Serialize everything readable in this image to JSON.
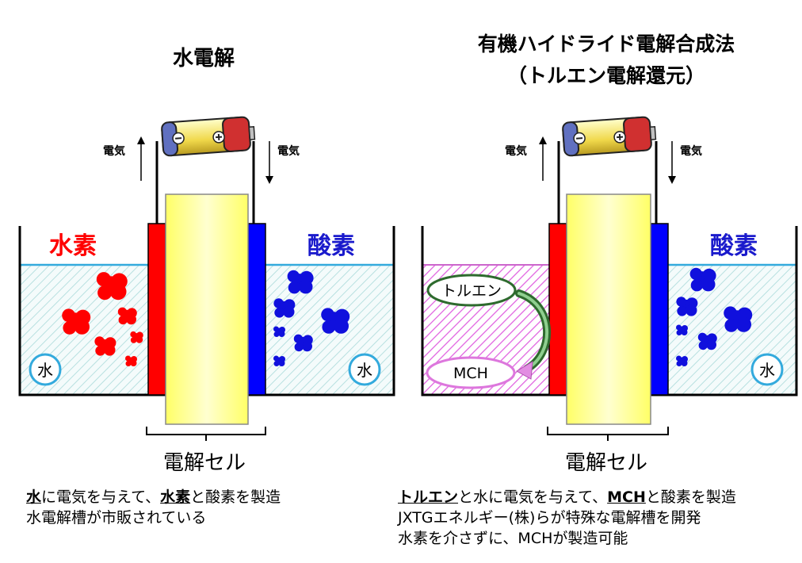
{
  "left": {
    "title": "水電解",
    "electricity_up": "電気",
    "electricity_down": "電気",
    "hydrogen_label": "水素",
    "oxygen_label": "酸素",
    "water_left": "水",
    "water_right": "水",
    "cell_label": "電解セル",
    "caption": {
      "line1_b1": "水",
      "line1_t1": "に電気を与えて、",
      "line1_b2": "水素",
      "line1_t2": "と酸素を製造",
      "line2": "水電解槽が市販されている"
    }
  },
  "right": {
    "title_line1": "有機ハイドライド電解合成法",
    "title_line2": "（トルエン電解還元）",
    "electricity_up": "電気",
    "electricity_down": "電気",
    "oxygen_label": "酸素",
    "toluene": "トルエン",
    "mch": "MCH",
    "water_right": "水",
    "cell_label": "電解セル",
    "caption": {
      "line1_b1": "トルエン",
      "line1_t1": "と水に電気を与えて、",
      "line1_b2": "MCH",
      "line1_t2": "と酸素を製造",
      "line2": "JXTGエネルギー(株)らが特殊な電解槽を開発",
      "line3": "水素を介さずに、MCHが製造可能"
    }
  },
  "colors": {
    "hydrogen": "#ff0000",
    "oxygen": "#0000ff",
    "electrolyte_hatch": "#b8e0e0",
    "toluene_hatch": "#e060e0",
    "membrane": "#ffff99",
    "water_line": "#33aadd"
  }
}
